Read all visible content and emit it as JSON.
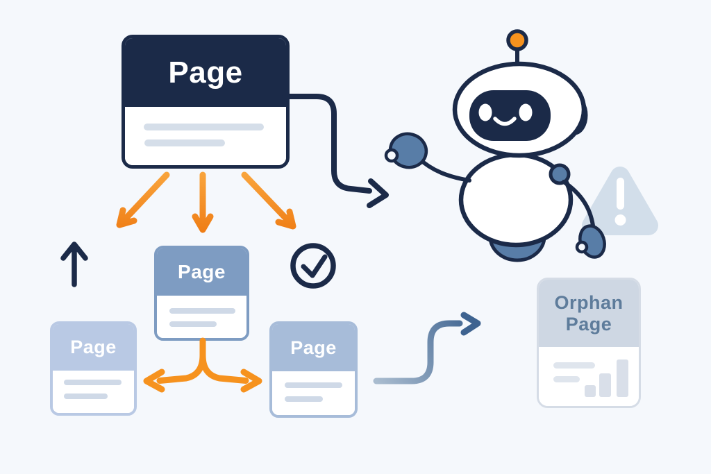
{
  "cards": {
    "main": {
      "label": "Page"
    },
    "child_middle": {
      "label": "Page"
    },
    "child_left": {
      "label": "Page"
    },
    "child_right": {
      "label": "Page"
    },
    "orphan": {
      "label_line1": "Orphan",
      "label_line2": "Page"
    }
  },
  "icons": {
    "check_circle": "circled checkmark (good linking)",
    "warning_triangle": "warning triangle with exclamation mark",
    "robot": "friendly crawler robot mascot with antenna",
    "bar_chart": "ascending bar chart placeholder",
    "up_arrow": "upward arrow",
    "down_link_arrows": "three downward link arrows from parent page",
    "bidirectional_link_arrow": "branching left-right double arrow between sibling pages",
    "crawl_path_arrow": "curved arrow from parent page toward robot",
    "orphan_path_arrow": "curved arrow toward orphan page"
  },
  "colors": {
    "bg": "#f5f8fc",
    "navy": "#1b2a48",
    "orange": "#f6921e",
    "steel": "#587da7",
    "mid_header": "#7e9cc2",
    "left_header": "#b9c9e4",
    "right_header": "#a7bcd9",
    "orphan_header": "#ced7e3",
    "orphan_text": "#5e7c9b",
    "line": "#d5dee9",
    "line_light": "#cfd9e7",
    "bar": "#d9dfe9",
    "triangle": "#d2deea"
  }
}
